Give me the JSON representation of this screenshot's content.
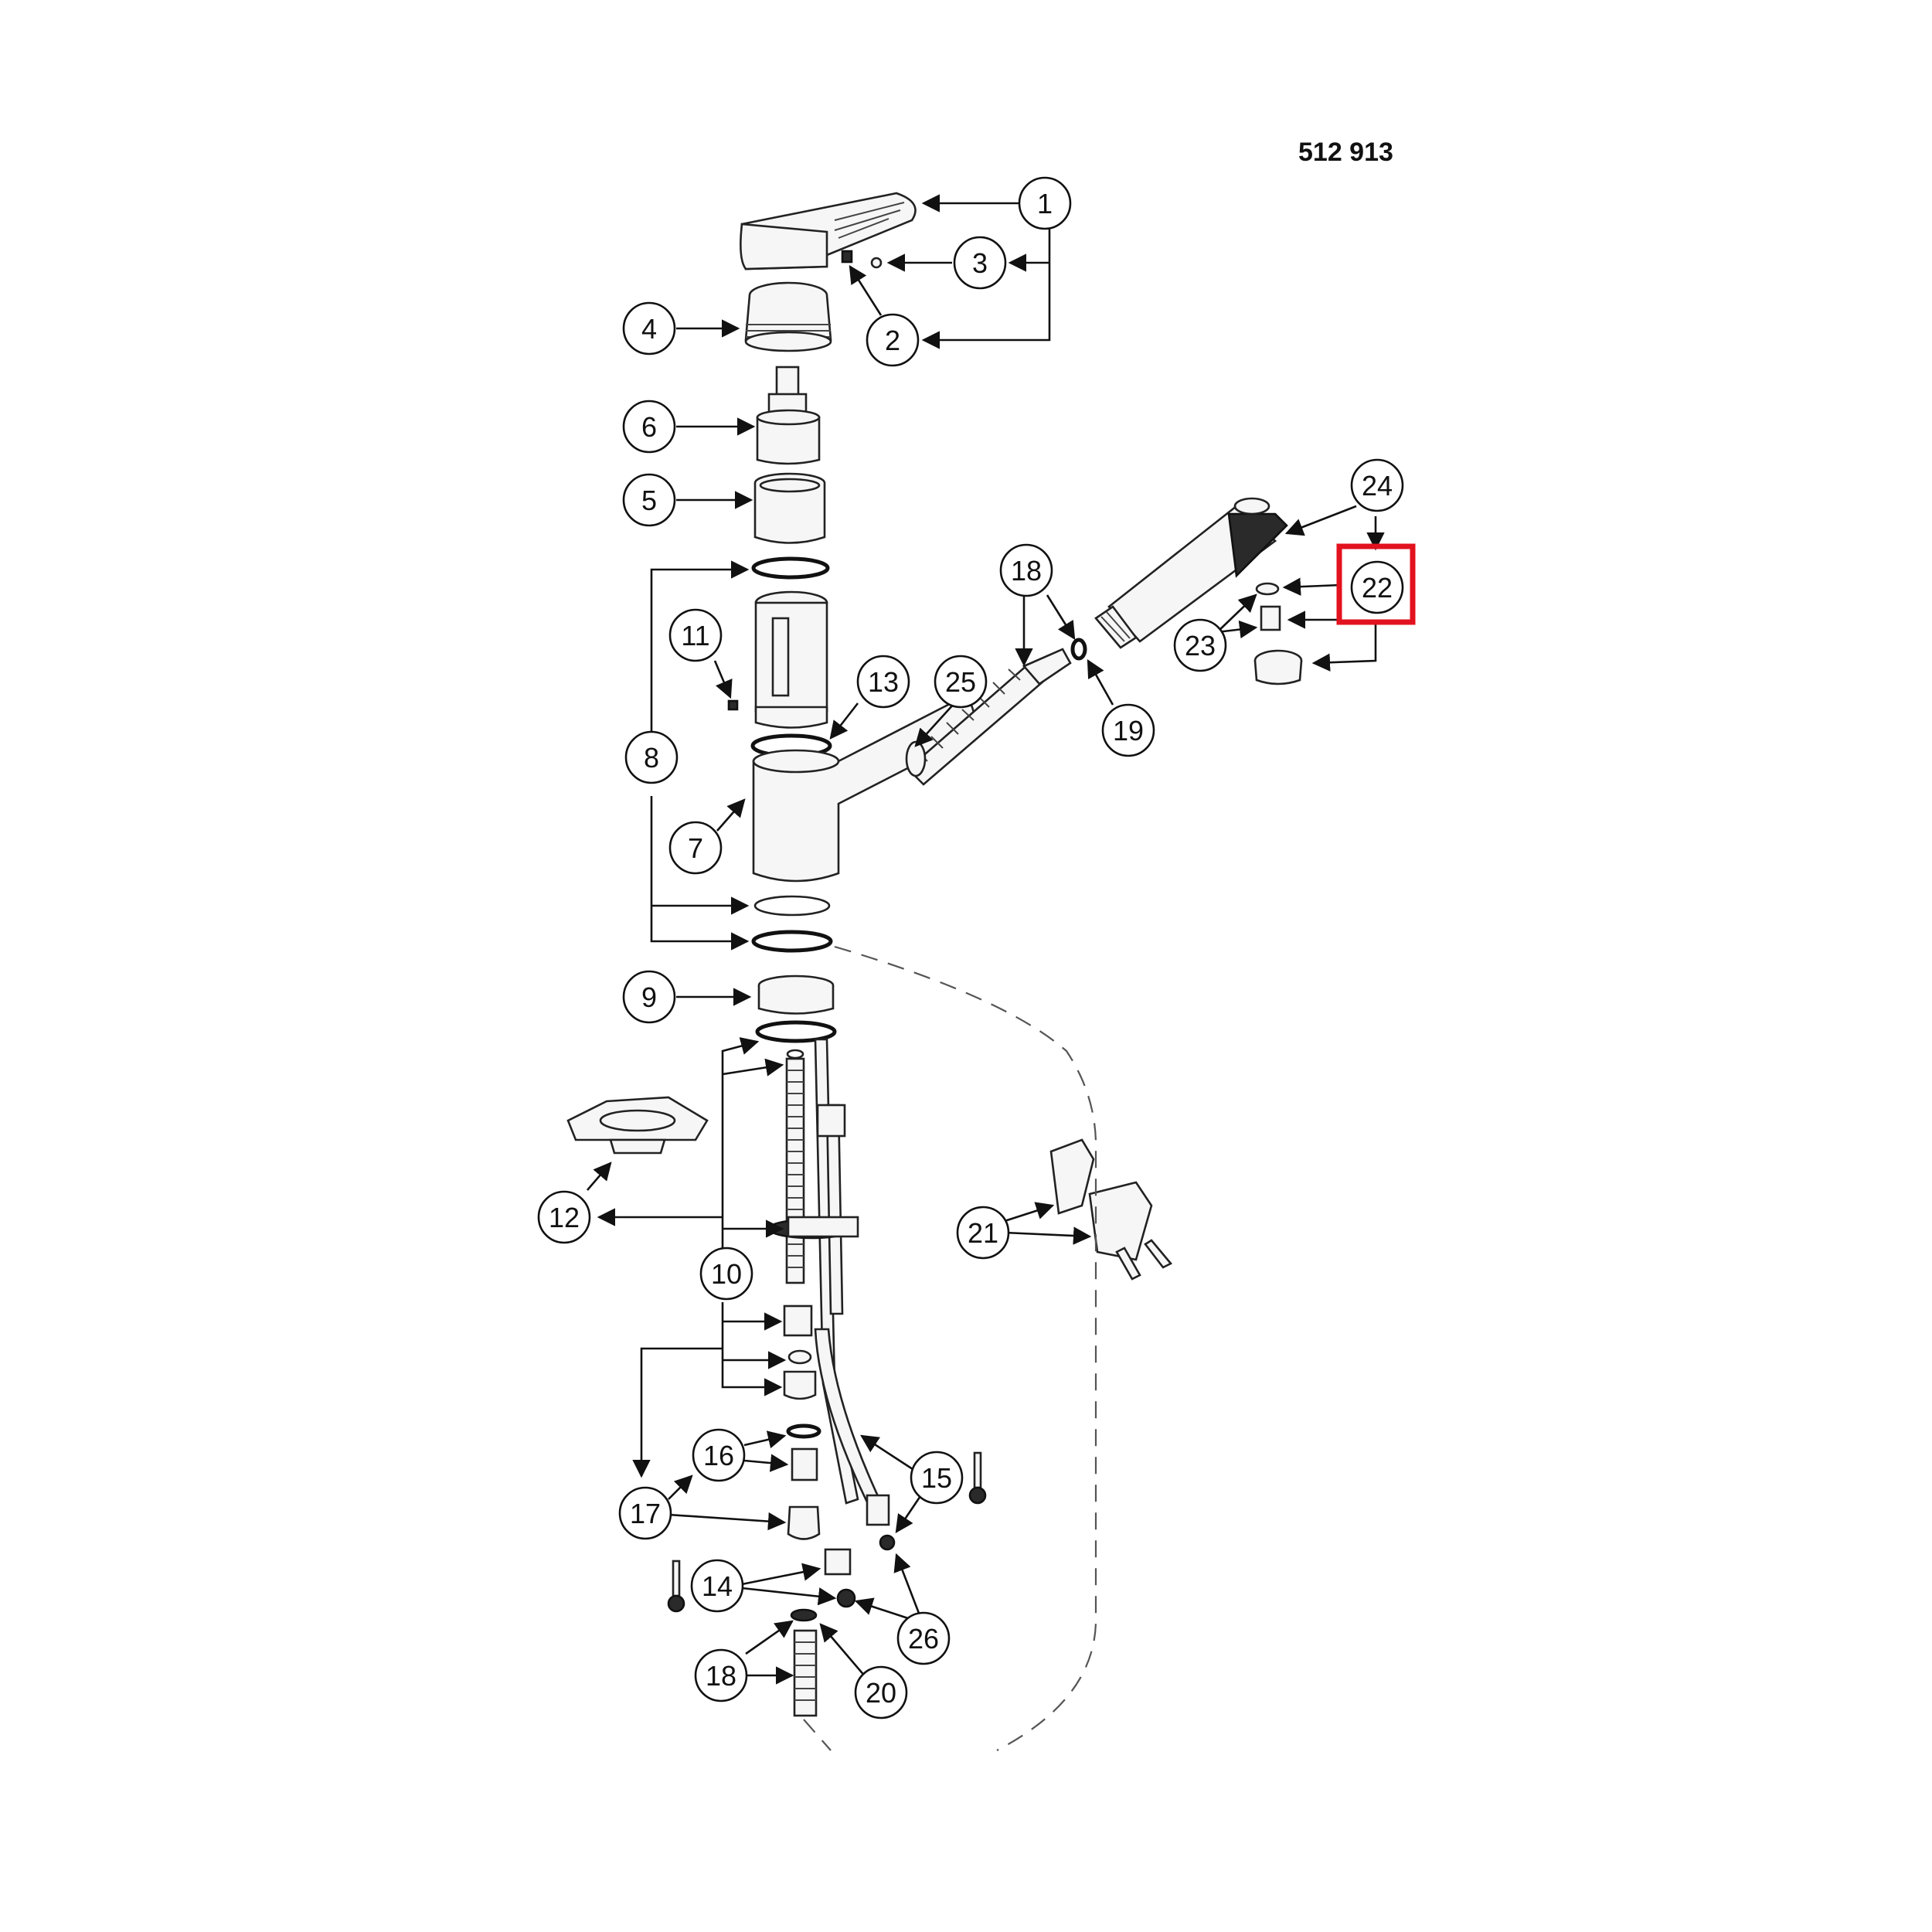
{
  "diagram": {
    "code": "512 913",
    "highlight_color": "#e3121f",
    "highlighted_callout": "22",
    "callouts": [
      "1",
      "2",
      "3",
      "4",
      "5",
      "6",
      "7",
      "8",
      "9",
      "10",
      "11",
      "12",
      "13",
      "14",
      "15",
      "16",
      "17",
      "18",
      "18",
      "19",
      "20",
      "21",
      "22",
      "23",
      "24",
      "25",
      "26"
    ],
    "icons": [
      "thermometer-icon-hot",
      "thermometer-icon-cold"
    ]
  }
}
